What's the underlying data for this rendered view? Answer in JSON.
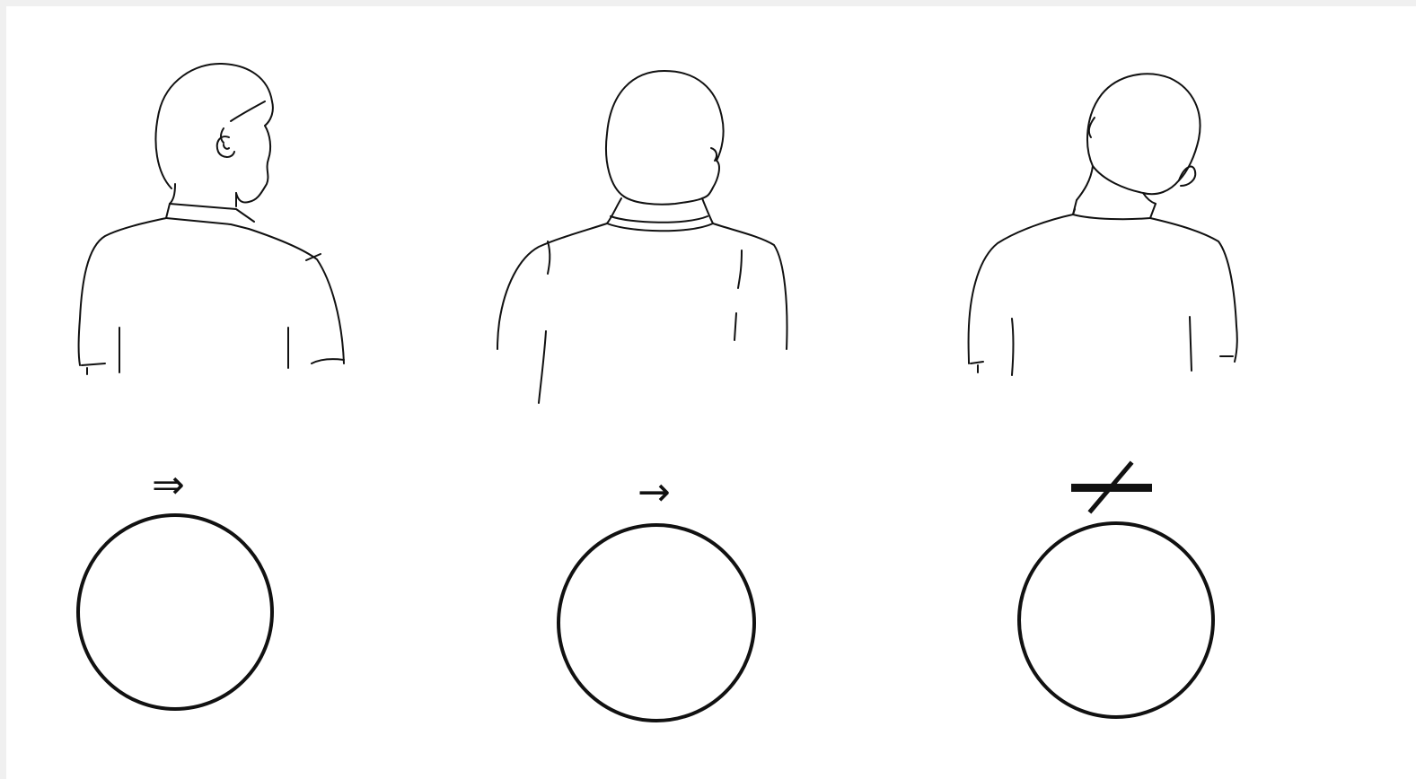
{
  "panels": [
    {
      "id": "left",
      "posture": "head-turned",
      "symbol": "⇒"
    },
    {
      "id": "middle",
      "posture": "head-neutral",
      "symbol": "→"
    },
    {
      "id": "right",
      "posture": "head-tilted",
      "symbol": "not-equal"
    }
  ],
  "colors": {
    "background": "#ffffff",
    "outer_border": "#f0f0f0",
    "ink": "#111111"
  }
}
